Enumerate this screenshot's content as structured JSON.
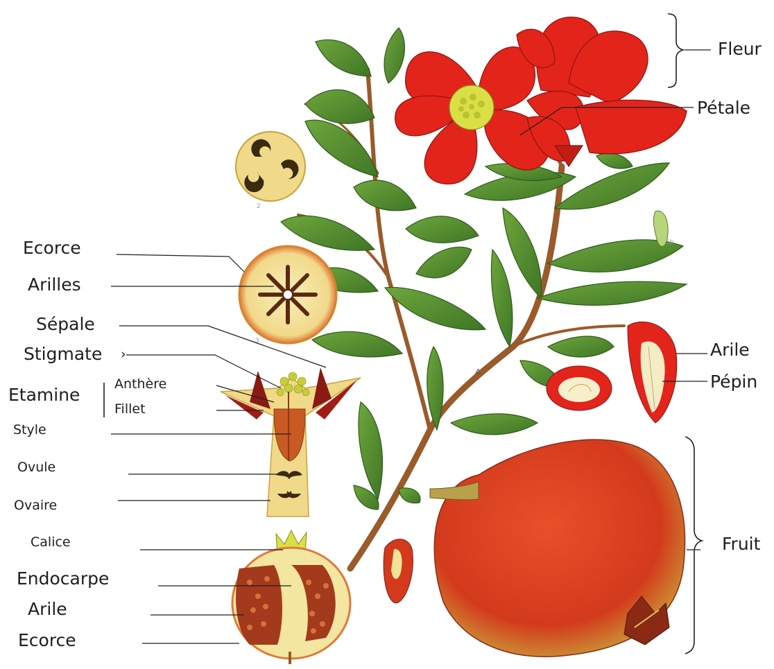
{
  "labels": {
    "fleur": "Fleur",
    "petale": "Pétale",
    "ecorce_top": "Ecorce",
    "arilles": "Arilles",
    "sepale": "Sépale",
    "stigmate": "Stigmate",
    "stigmate_mark": "›",
    "etamine": "Etamine",
    "anthere": "Anthère",
    "fillet": "Fillet",
    "style": "Style",
    "ovule": "Ovule",
    "ovaire": "Ovaire",
    "calice": "Calice",
    "endocarpe": "Endocarpe",
    "arile_bottom": "Arile",
    "ecorce_bottom": "Ecorce",
    "arile_right": "Arile",
    "pepin": "Pépin",
    "fruit": "Fruit"
  },
  "plate_marks": {
    "fig_a": "A",
    "fig_2": "2",
    "fig_3": "3",
    "fig_5b": "5b"
  },
  "colors": {
    "petal_red": "#e3241b",
    "fruit_red": "#d33a1c",
    "leaf_green": "#4f8a2c",
    "stem_brown": "#9a5a2a",
    "pale_yellow": "#f3e29a",
    "line": "#1e1e1e"
  }
}
